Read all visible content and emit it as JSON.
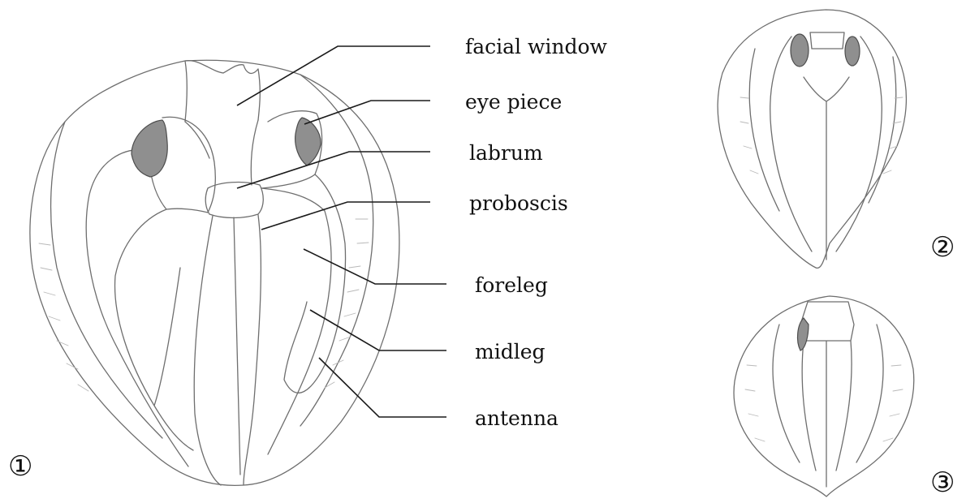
{
  "labels": {
    "facial_window": "facial window",
    "eye_piece": "eye piece",
    "labrum": "labrum",
    "proboscis": "proboscis",
    "foreleg": "foreleg",
    "midleg": "midleg",
    "antenna": "antenna"
  },
  "figure_numbers": {
    "fig1": "①",
    "fig2": "②",
    "fig3": "③"
  },
  "colors": {
    "outline": "#6e6e6e",
    "eye_fill": "#8f8f8f",
    "leader_line": "#1a1a1a",
    "text": "#111111"
  }
}
